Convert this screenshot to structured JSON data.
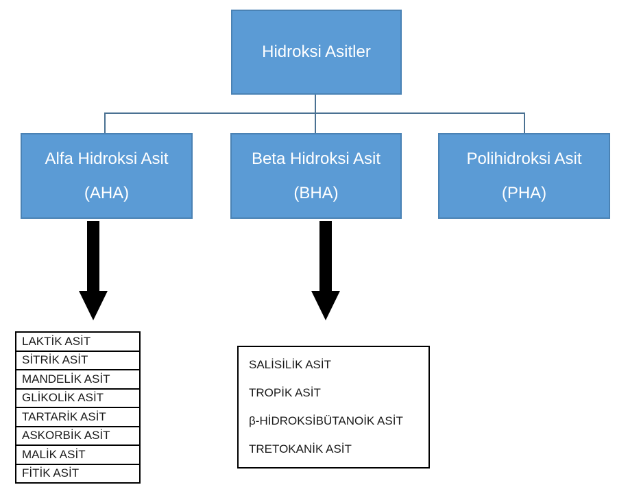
{
  "diagram": {
    "root": {
      "label": "Hidroksi Asitler"
    },
    "branches": {
      "aha": {
        "line1": "Alfa Hidroksi Asit",
        "line2": "(AHA)"
      },
      "bha": {
        "line1": "Beta Hidroksi Asit",
        "line2": "(BHA)"
      },
      "pha": {
        "line1": "Polihidroksi Asit",
        "line2": "(PHA)"
      }
    },
    "aha_list": {
      "items": [
        "LAKTİK ASİT",
        "SİTRİK ASİT",
        "MANDELİK ASİT",
        "GLİKOLİK ASİT",
        "TARTARİK ASİT",
        "ASKORBİK ASİT",
        "MALİK ASİT",
        "FİTİK ASİT"
      ]
    },
    "bha_list": {
      "items": [
        "SALİSİLİK ASİT",
        "TROPİK ASİT",
        "β-HİDROKSİBÜTANOİK ASİT",
        "TRETOKANİK ASİT"
      ]
    },
    "colors": {
      "box_fill": "#5b9bd5",
      "box_border": "#4a82b4",
      "box_text": "#ffffff",
      "connector_line": "#4a7192",
      "arrow": "#000000",
      "list_text": "#1a1a1a",
      "list_border": "#000000",
      "background": "#ffffff"
    }
  }
}
